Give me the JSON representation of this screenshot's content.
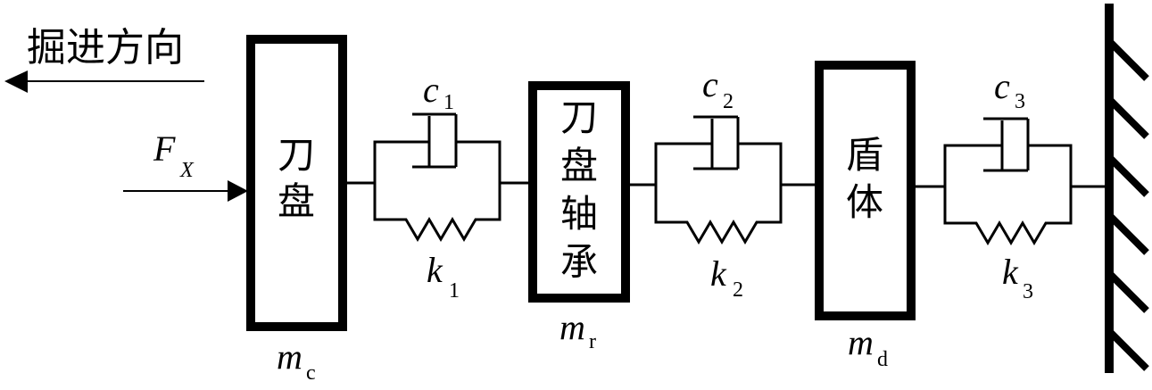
{
  "diagram": {
    "title": "Cutterhead–bearing–shield three-mass spring-damper model",
    "direction_label": "掘进方向",
    "force": {
      "symbol": "F",
      "subscript": "X"
    },
    "masses": [
      {
        "id": "cutterhead",
        "label_lines": [
          "刀",
          "盘"
        ],
        "symbol": "m",
        "subscript": "c"
      },
      {
        "id": "bearing",
        "label_lines": [
          "刀",
          "盘",
          "轴",
          "承"
        ],
        "symbol": "m",
        "subscript": "r"
      },
      {
        "id": "shield",
        "label_lines": [
          "盾",
          "体"
        ],
        "symbol": "m",
        "subscript": "d"
      }
    ],
    "couplings": [
      {
        "id": "1",
        "damper": {
          "symbol": "c",
          "subscript": "1"
        },
        "spring": {
          "symbol": "k",
          "subscript": "1"
        }
      },
      {
        "id": "2",
        "damper": {
          "symbol": "c",
          "subscript": "2"
        },
        "spring": {
          "symbol": "k",
          "subscript": "2"
        }
      },
      {
        "id": "3",
        "damper": {
          "symbol": "c",
          "subscript": "3"
        },
        "spring": {
          "symbol": "k",
          "subscript": "3"
        }
      }
    ],
    "ground": {
      "type": "fixed-wall"
    }
  }
}
